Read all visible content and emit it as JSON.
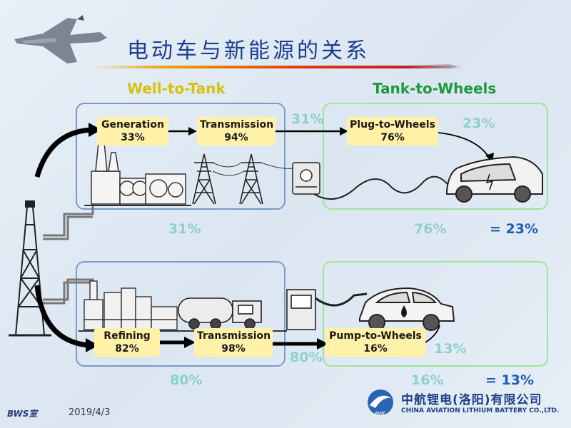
{
  "title": "电动车与新能源的关系",
  "sections": {
    "well_to_tank": "Well-to-Tank",
    "tank_to_wheels": "Tank-to-Wheels"
  },
  "electric_path": {
    "generation": {
      "name": "Generation",
      "pct": "33%"
    },
    "transmission": {
      "name": "Transmission",
      "pct": "94%"
    },
    "plug_to_wheels": {
      "name": "Plug-to-Wheels",
      "pct": "76%"
    },
    "wtt_efficiency_top": "31%",
    "wheels_efficiency_top": "23%",
    "wtt_efficiency_bottom": "31%",
    "ttw_efficiency_bottom": "76%",
    "total": "= 23%"
  },
  "fuel_path": {
    "refining": {
      "name": "Refining",
      "pct": "82%"
    },
    "transmission": {
      "name": "Transmission",
      "pct": "98%"
    },
    "pump_to_wheels": {
      "name": "Pump-to-Wheels",
      "pct": "16%"
    },
    "wtt_efficiency_mid": "80%",
    "wheels_efficiency_mid": "13%",
    "wtt_efficiency_bottom": "80%",
    "ttw_efficiency_bottom": "16%",
    "total": "= 13%"
  },
  "footer": {
    "brand": "BWS室",
    "date": "2019/4/3",
    "company_cn": "中航锂电(洛阳)有限公司",
    "company_en": "CHINA AVIATION LITHIUM BATTERY CO.,LTD.",
    "logo_text": "AVIC"
  },
  "colors": {
    "title": "#1f3d8f",
    "well_to_tank": "#d4c30a",
    "tank_to_wheels": "#1e9a3c",
    "percent": "#8ecfd0",
    "result": "#1f5fb0",
    "label_bg": "#fff2a8"
  }
}
